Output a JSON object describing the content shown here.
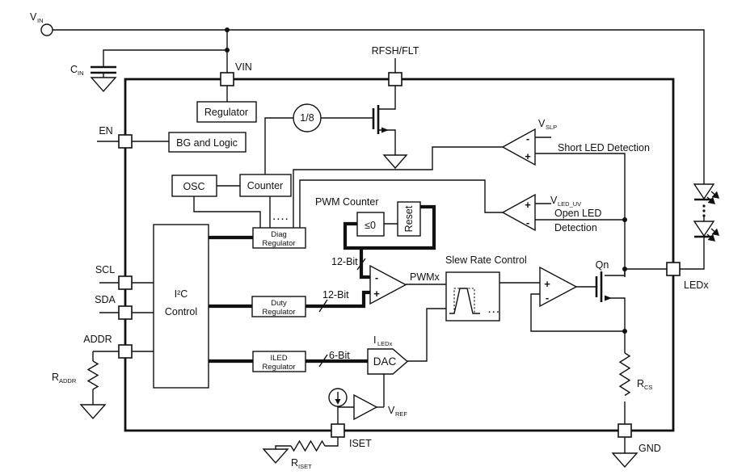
{
  "terminals": {
    "vin": {
      "main": "V",
      "sub": "IN"
    }
  },
  "pins": {
    "vin": "VIN",
    "rfsh": "RFSH/FLT",
    "en": "EN",
    "scl": "SCL",
    "sda": "SDA",
    "addr": "ADDR",
    "iset": "ISET",
    "gnd": "GND",
    "ledx": "LEDx"
  },
  "blocks": {
    "regulator": "Regulator",
    "bg_logic": "BG and Logic",
    "osc": "OSC",
    "counter": "Counter",
    "divider": "1/8",
    "diag_regulator": {
      "line1": "Diag",
      "line2": "Regulator"
    },
    "duty_regulator": {
      "line1": "Duty",
      "line2": "Regulator"
    },
    "iled_regulator": {
      "line1": "ILED",
      "line2": "Regulator"
    },
    "i2c": {
      "line1": "I²C",
      "line2": "Control"
    },
    "pwm_counter_title": "PWM Counter",
    "le0": "≤0",
    "reset": "Reset",
    "slew": "Slew Rate Control",
    "dac": "DAC"
  },
  "signals": {
    "pwmx": "PWMx",
    "bus12": "12-Bit",
    "bus6": "6-Bit",
    "short_led": "Short LED Detection",
    "open_led_line1": "Open LED",
    "open_led_line2": "Detection",
    "qn": "Qn",
    "vslp": {
      "main": "V",
      "sub": "SLP"
    },
    "vleduv": {
      "main": "V",
      "sub": "LED_UV"
    },
    "iledx": {
      "main": "I",
      "sub": "LEDx"
    },
    "vref": {
      "main": "V",
      "sub": "REF"
    }
  },
  "components": {
    "cin": {
      "main": "C",
      "sub": "IN"
    },
    "raddr": {
      "main": "R",
      "sub": "ADDR"
    },
    "riset": {
      "main": "R",
      "sub": "ISET"
    },
    "rcs": {
      "main": "R",
      "sub": "CS"
    }
  },
  "glyphs": {
    "plus": "+",
    "minus": "-",
    "dots4": "····",
    "dots3": "···"
  },
  "colors": {
    "line": "#111111",
    "background": "#ffffff"
  }
}
